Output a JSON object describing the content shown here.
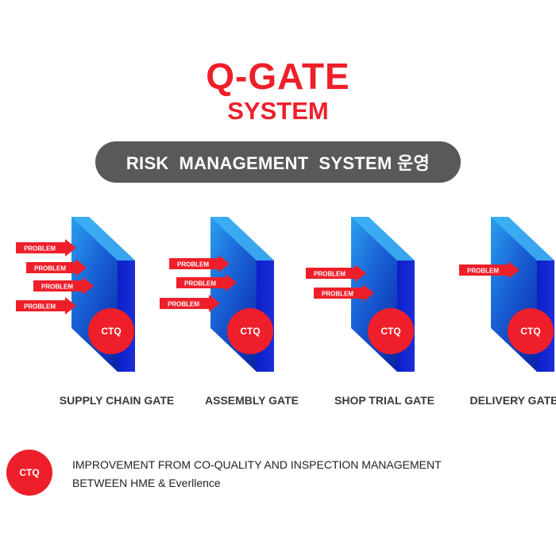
{
  "title": {
    "line1": "Q-GATE",
    "line2": "SYSTEM",
    "subtitle": "RISK  MANAGEMENT  SYSTEM 운영"
  },
  "colors": {
    "accent_red": "#ee1f2a",
    "pill_gray": "#595959",
    "panel_blue": "#1c2ed8"
  },
  "problem_label": "PROBLEM",
  "ctq_label": "CTQ",
  "gates": [
    {
      "label": "SUPPLY CHAIN GATE",
      "problem_count": 4
    },
    {
      "label": "ASSEMBLY GATE",
      "problem_count": 3
    },
    {
      "label": "SHOP TRIAL GATE",
      "problem_count": 2
    },
    {
      "label": "DELIVERY GATE",
      "problem_count": 1
    }
  ],
  "legend": {
    "circle_label": "CTQ",
    "line1": "IMPROVEMENT FROM CO-QUALITY AND INSPECTION MANAGEMENT",
    "line2": "BETWEEN HME & Everllence"
  }
}
